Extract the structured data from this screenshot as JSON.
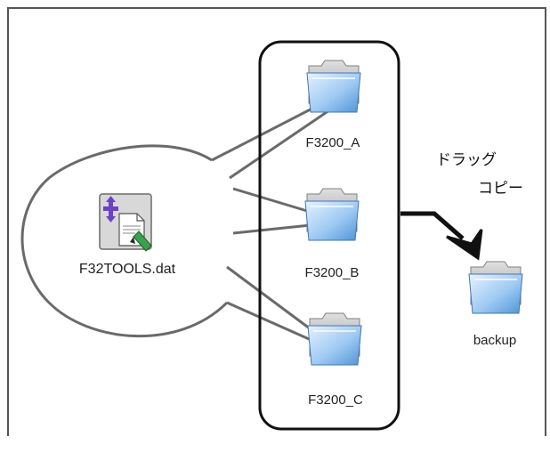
{
  "source_file": {
    "name": "F32TOOLS.dat",
    "icon": "document-icon"
  },
  "folders": [
    {
      "name": "F3200_A",
      "icon": "folder-icon"
    },
    {
      "name": "F3200_B",
      "icon": "folder-icon"
    },
    {
      "name": "F3200_C",
      "icon": "folder-icon"
    }
  ],
  "backup_folder": {
    "name": "backup",
    "icon": "folder-icon"
  },
  "action": {
    "line1": "ドラッグ",
    "line2": "コピー"
  },
  "colors": {
    "frame": "#555555",
    "bubble": "#555555",
    "container": "#111111",
    "arrow": "#111111",
    "folder_light": "#cfe6fb",
    "folder_dark": "#5f9fd8",
    "folder_back": "#a9a9a9",
    "icon_gray": "#d8d8d8",
    "accent_purple": "#6a43c7",
    "accent_green": "#3aa34a"
  }
}
